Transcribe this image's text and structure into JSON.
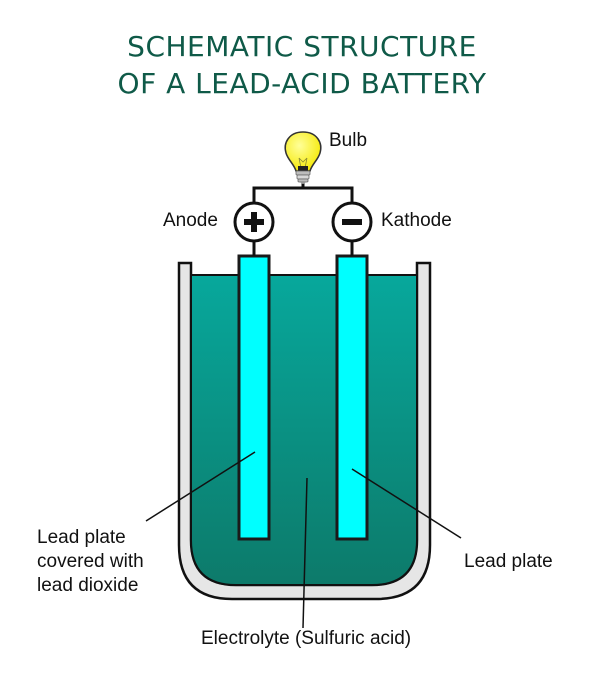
{
  "title": {
    "line1": "SCHEMATIC STRUCTURE",
    "line2": "OF A LEAD-ACID BATTERY"
  },
  "labels": {
    "bulb": "Bulb",
    "anode": "Anode",
    "kathode": "Kathode",
    "left_plate_line1": "Lead plate",
    "left_plate_line2": "covered with",
    "left_plate_line3": "lead dioxide",
    "right_plate": "Lead plate",
    "electrolyte": "Electrolyte (Sulfuric acid)"
  },
  "symbols": {
    "anode_sign": "+",
    "kathode_sign": "−"
  },
  "colors": {
    "title": "#0f5a48",
    "electrolyte_top": "#07a89c",
    "electrolyte_bottom": "#0d7a6a",
    "plate": "#00ffff",
    "container": "#e6e6e6",
    "bulb": "#ffff33"
  }
}
